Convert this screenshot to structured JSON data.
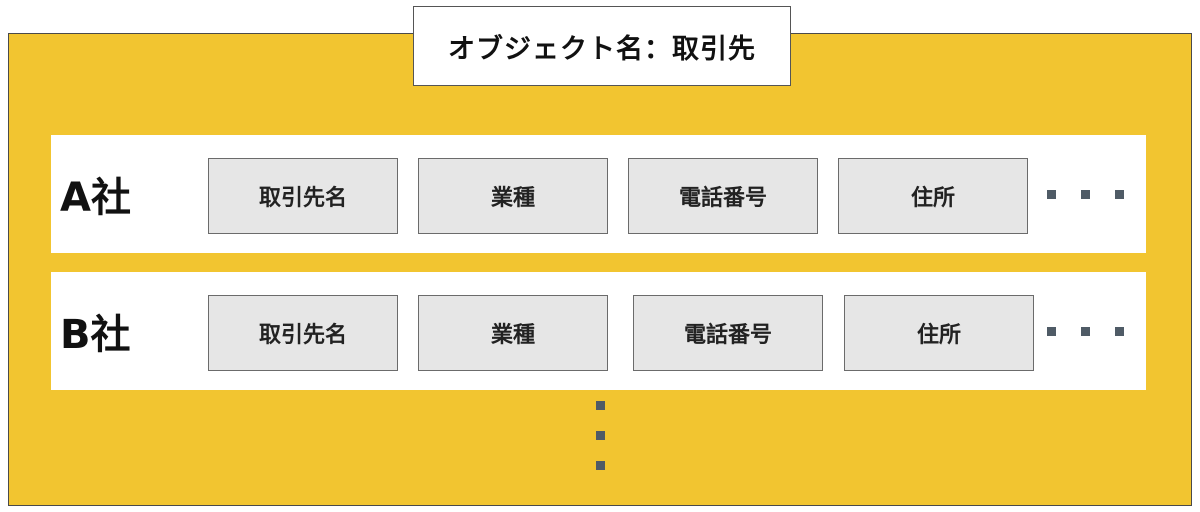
{
  "object": {
    "title": "オブジェクト名：取引先"
  },
  "records": [
    {
      "label": "A社",
      "fields": [
        "取引先名",
        "業種",
        "電話番号",
        "住所"
      ]
    },
    {
      "label": "B社",
      "fields": [
        "取引先名",
        "業種",
        "電話番号",
        "住所"
      ]
    }
  ],
  "colors": {
    "object_fill": "#f2c530",
    "record_fill": "#ffffff",
    "field_fill": "#e6e6e6",
    "ellipsis_dot": "#4f5b66"
  }
}
